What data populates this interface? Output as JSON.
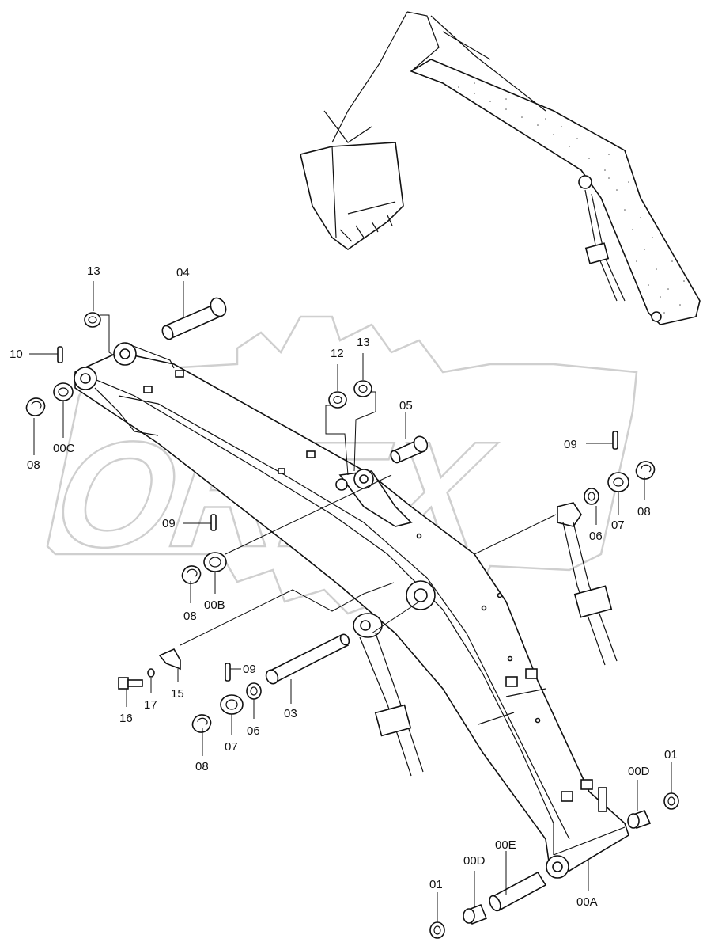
{
  "watermark": "OREX",
  "labels": {
    "l01a": "01",
    "l01b": "01",
    "l03": "03",
    "l04": "04",
    "l05": "05",
    "l06a": "06",
    "l06b": "06",
    "l07a": "07",
    "l07b": "07",
    "l08a": "08",
    "l08b": "08",
    "l08c": "08",
    "l08d": "08",
    "l09a": "09",
    "l09b": "09",
    "l09c": "09",
    "l10": "10",
    "l12": "12",
    "l13a": "13",
    "l13b": "13",
    "l15": "15",
    "l16": "16",
    "l17": "17",
    "l00A": "00A",
    "l00B": "00B",
    "l00C": "00C",
    "l00Da": "00D",
    "l00Db": "00D",
    "l00E": "00E"
  }
}
